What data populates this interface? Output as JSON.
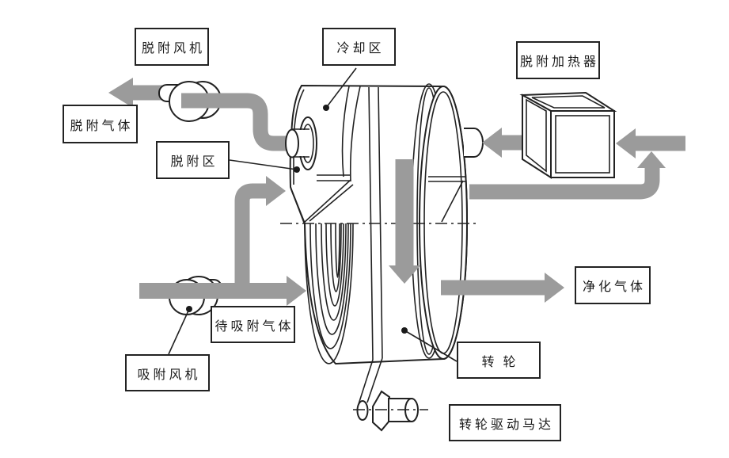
{
  "diagram": {
    "type": "rotary-wheel-adsorption-system",
    "labels": {
      "desorption_fan": "脱附风机",
      "cooling_zone": "冷却区",
      "desorption_heater": "脱附加热器",
      "desorption_gas": "脱附气体",
      "desorption_zone": "脱附区",
      "gas_to_be_adsorbed": "待吸附气体",
      "adsorption_fan": "吸附风机",
      "purified_gas": "净化气体",
      "rotary_wheel": "转轮",
      "rotary_wheel_drive_motor": "转轮驱动马达"
    },
    "colors": {
      "arrow_gray": "#9b9b9b",
      "line_black": "#222222",
      "background": "#ffffff"
    }
  }
}
